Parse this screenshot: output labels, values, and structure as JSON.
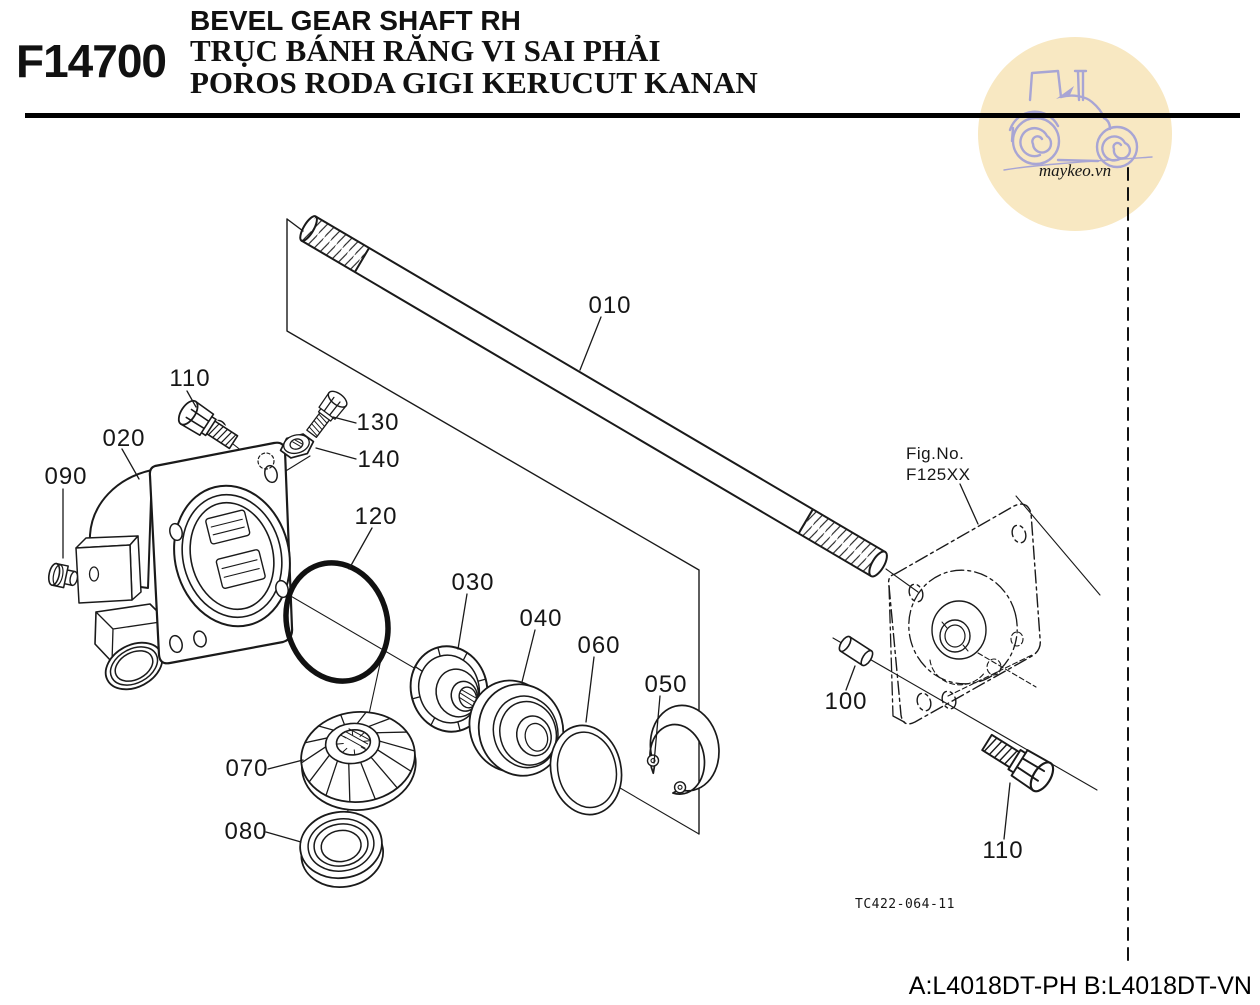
{
  "header": {
    "figure_code": "F14700",
    "title_en": "BEVEL GEAR SHAFT RH",
    "title_vi": "TRỤC BÁNH RĂNG VI SAI PHẢI",
    "title_id": "POROS RODA GIGI KERUCUT KANAN"
  },
  "watermark": {
    "site": "maykeo.vn",
    "circle_color": "#f8e8c2",
    "art_color": "#a8a5d4"
  },
  "drawing": {
    "ref_fig_label": "Fig.No.",
    "ref_fig_value": "F125XX",
    "drawing_code": "TC422-064-11",
    "line_color": "#1a1a1a",
    "labels": {
      "l010": "010",
      "l020": "020",
      "l030": "030",
      "l040": "040",
      "l050": "050",
      "l060": "060",
      "l070": "070",
      "l080": "080",
      "l090": "090",
      "l100": "100",
      "l110a": "110",
      "l110b": "110",
      "l120": "120",
      "l130": "130",
      "l140": "140"
    }
  },
  "footer": {
    "applicability": "A:L4018DT-PH B:L4018DT-VN"
  }
}
